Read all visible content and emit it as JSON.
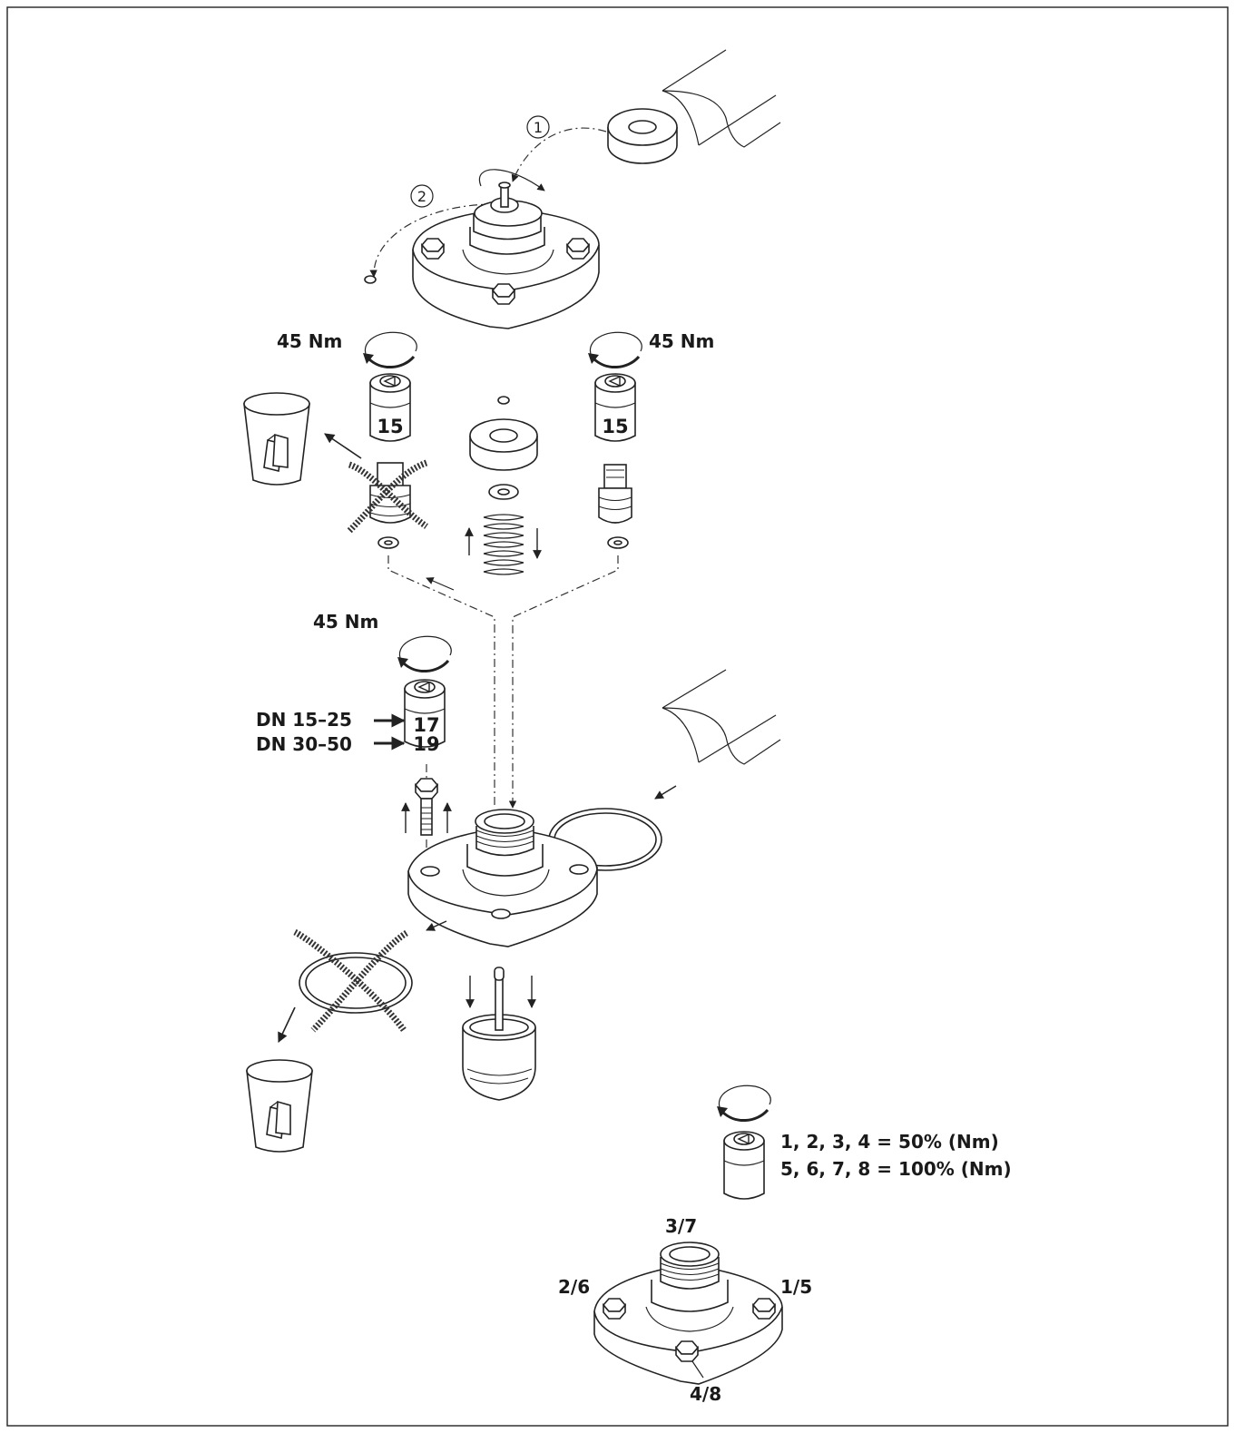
{
  "labels": {
    "torque_left": "45 Nm",
    "torque_right": "45 Nm",
    "torque_mid": "45 Nm",
    "socket_left_num": "15",
    "socket_right_num": "15",
    "socket_mid_num_a": "17",
    "socket_mid_num_b": "19",
    "dn_small": "DN 15–25",
    "dn_large": "DN 30–50",
    "step_1": "1",
    "step_2": "2",
    "rule_first": "1, 2, 3, 4 = 50% (Nm)",
    "rule_second": "5, 6, 7, 8 = 100% (Nm)",
    "bolt_3_7": "3/7",
    "bolt_2_6": "2/6",
    "bolt_1_5": "1/5",
    "bolt_4_8": "4/8"
  }
}
